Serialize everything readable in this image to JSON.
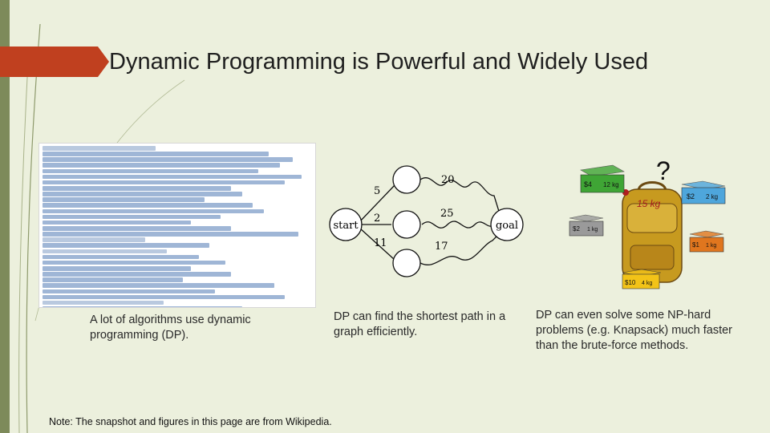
{
  "slide": {
    "title": "Dynamic Programming is Powerful and Widely Used",
    "note": "Note: The snapshot and figures in this page are from Wikipedia."
  },
  "captions": {
    "left": "A lot of algorithms use dynamic programming (DP).",
    "middle": "DP can find the shortest path in a graph efficiently.",
    "right": "DP can even solve some NP-hard problems (e.g. Knapsack) much faster than the brute-force methods."
  },
  "graph": {
    "start_label": "start",
    "goal_label": "goal",
    "weights": {
      "start_top": "5",
      "start_mid": "2",
      "start_bot": "11",
      "top_goal": "20",
      "mid_goal": "25",
      "bot_goal": "17"
    }
  },
  "knapsack": {
    "question": "?",
    "bag_capacity": "15 kg",
    "items": [
      {
        "price": "$4",
        "weight": "12 kg",
        "color": "#3fa535"
      },
      {
        "price": "$2",
        "weight": "2 kg",
        "color": "#4ea6dc"
      },
      {
        "price": "$2",
        "weight": "1 kg",
        "color": "#9a9a9a"
      },
      {
        "price": "$1",
        "weight": "1 kg",
        "color": "#e0761e"
      },
      {
        "price": "$10",
        "weight": "4 kg",
        "color": "#f2c318"
      }
    ]
  },
  "colors": {
    "background": "#ecf0dd",
    "accent": "#c0401f",
    "sidebar": "#7d8a5a"
  }
}
